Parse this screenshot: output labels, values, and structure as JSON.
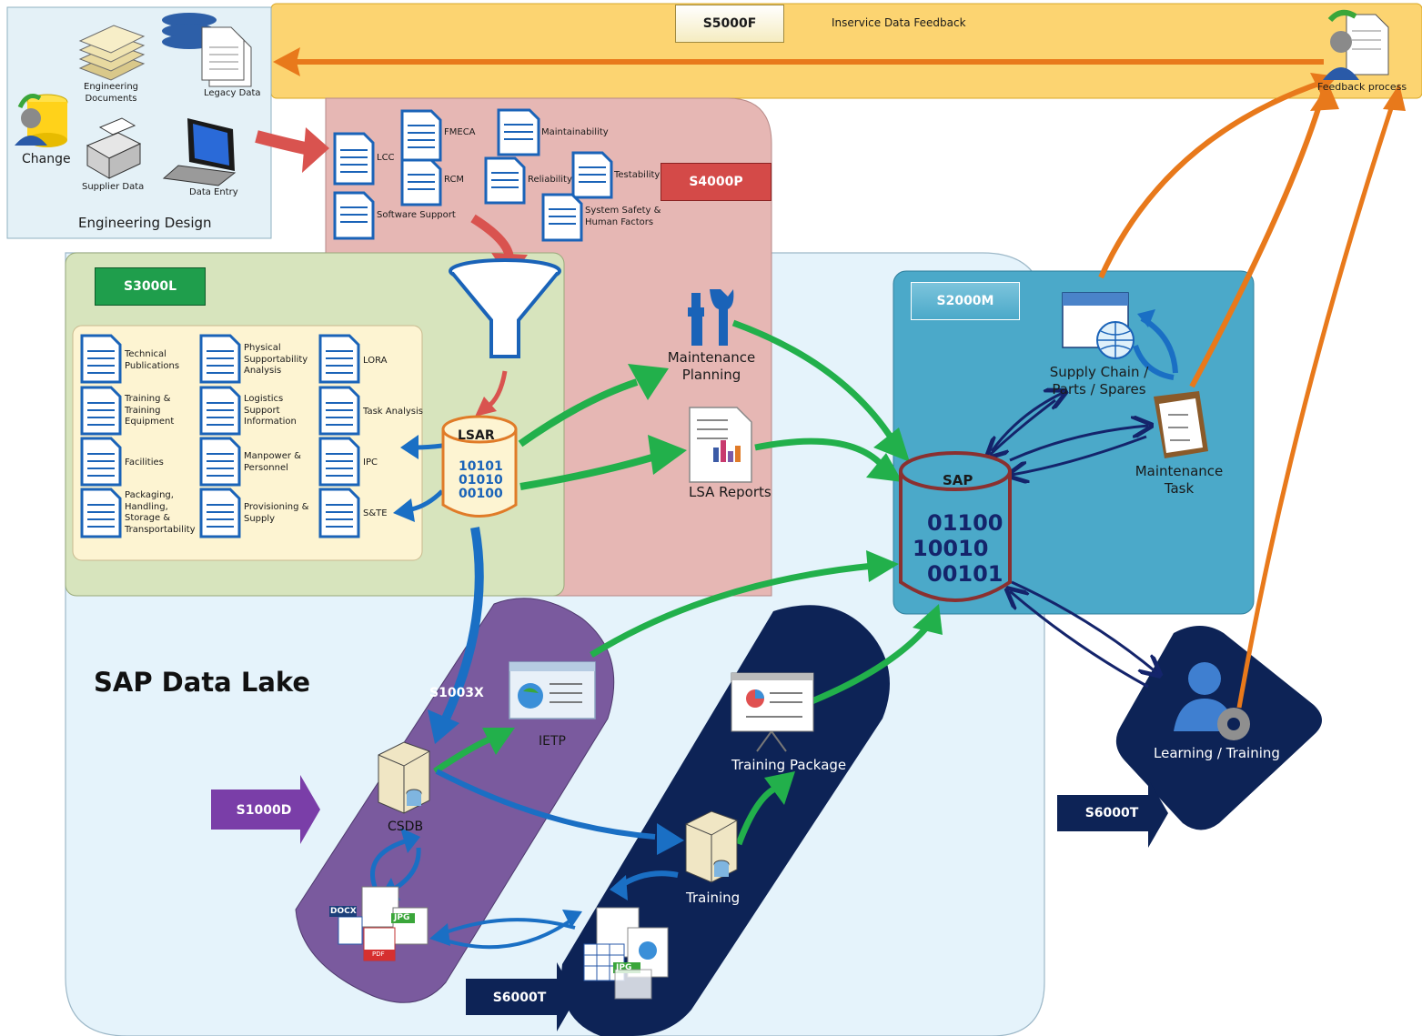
{
  "engineering_design": {
    "title": "Engineering Design",
    "items": {
      "engineering_documents": "Engineering\nDocuments",
      "legacy_data": "Legacy Data",
      "change": "Change",
      "supplier_data": "Supplier Data",
      "data_entry": "Data Entry"
    }
  },
  "top_bar": {
    "tag": "S5000F",
    "label": "Inservice Data Feedback",
    "feedback": "Feedback process"
  },
  "s4000p": {
    "tag": "S4000P",
    "docs": {
      "lcc": "LCC",
      "fmeca": "FMECA",
      "rcm": "RCM",
      "maintainability": "Maintainability",
      "reliability": "Reliability",
      "testability": "Testability",
      "software_support": "Software Support",
      "system_safety": "System Safety &\nHuman Factors"
    }
  },
  "s3000l": {
    "tag": "S3000L",
    "docs": {
      "technical_publications": "Technical\nPublications",
      "training_equipment": "Training &\nTraining\nEquipment",
      "facilities": "Facilities",
      "packaging": "Packaging,\nHandling,\nStorage &\nTransportability",
      "physical_supportability": "Physical\nSupportability\nAnalysis",
      "logistics_support": "Logistics\nSupport\nInformation",
      "manpower": "Manpower &\nPersonnel",
      "provisioning": "Provisioning &\nSupply",
      "lora": "LORA",
      "task_analysis": "Task Analysis",
      "ipc": "IPC",
      "ste": "S&TE"
    }
  },
  "lsar": {
    "title": "LSAR",
    "bits": [
      "10101",
      "01010",
      "00100"
    ]
  },
  "maintenance_planning": "Maintenance\nPlanning",
  "lsa_reports": "LSA Reports",
  "s2000m": {
    "tag": "S2000M",
    "supply_chain": "Supply Chain /\nParts / Spares",
    "maintenance_task": "Maintenance\nTask"
  },
  "sap": {
    "title": "SAP",
    "bits": [
      "01100",
      "10010",
      "00101"
    ]
  },
  "data_lake": "SAP Data Lake",
  "s1000d": {
    "tag": "S1000D",
    "s1003x": "S1003X",
    "csdb": "CSDB",
    "ietp": "IETP",
    "docx": "DOCX",
    "jpg": "JPG",
    "pdf": "PDF"
  },
  "s6000t": {
    "tag": "S6000T",
    "training_package": "Training Package",
    "training": "Training",
    "jpg": "JPG"
  },
  "learning": {
    "label": "Learning / Training",
    "tag": "S6000T"
  },
  "colors": {
    "green_arrow": "#22b04b",
    "blue_arrow": "#1a6fc4",
    "navy_arrow": "#14246b",
    "orange_arrow": "#e8791b",
    "red_arrow": "#d9534f",
    "s5000f_band": "#fcd471",
    "s4000p_panel": "#e6b7b4",
    "s3000l_panel": "#d7e4bd",
    "s2000m_panel": "#4ba9c9",
    "data_lake": "#e5f3fb",
    "s1000d_panel": "#7a5a9e",
    "s6000t_panel": "#0d2356"
  }
}
